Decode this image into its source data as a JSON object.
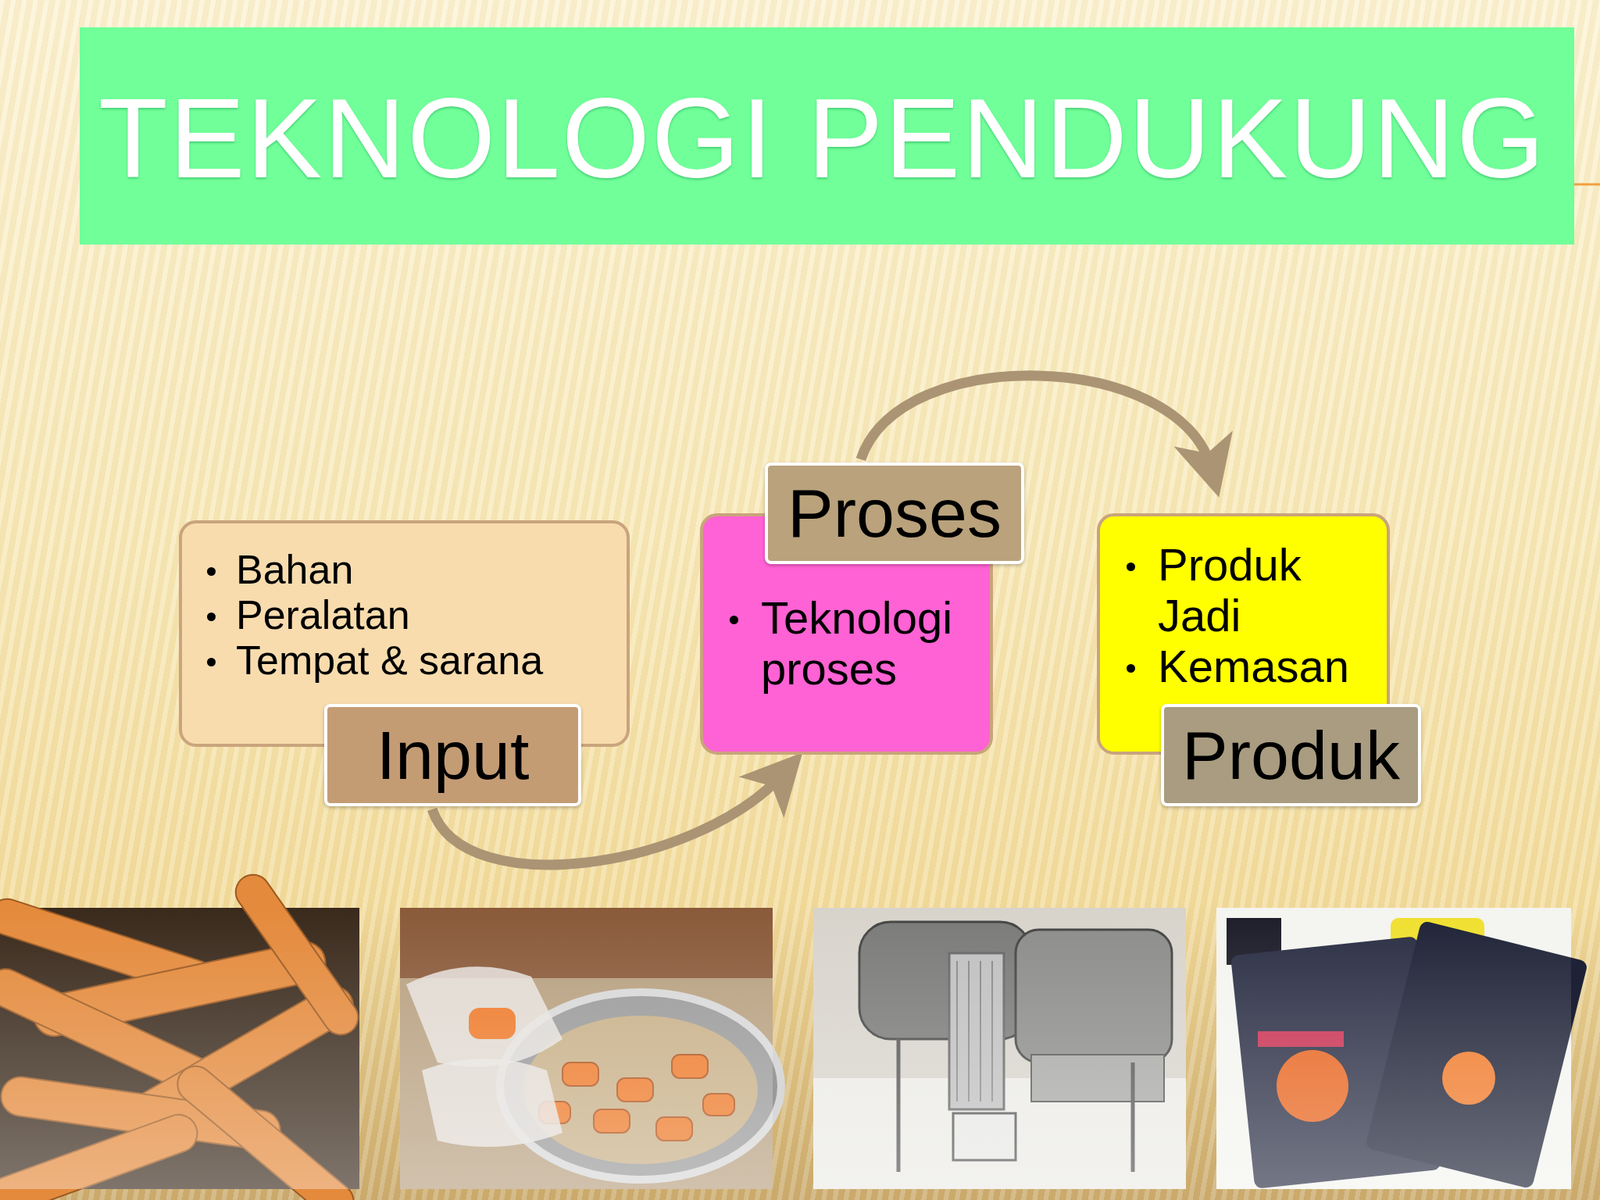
{
  "diagram": {
    "title": "TEKNOLOGI PENDUKUNG",
    "nodes": [
      {
        "text": [
          "Input",
          "Bahan",
          "Peralatan",
          "Tempat & sarana"
        ]
      },
      {
        "text": [
          "Proses",
          "Teknologi proses"
        ]
      },
      {
        "text": [
          "Produk",
          "Produk Jadi",
          "Kemasan"
        ]
      }
    ],
    "edges": [
      {
        "from": 0,
        "to": 1,
        "arrow": "to"
      },
      {
        "from": 1,
        "to": 2,
        "arrow": "to"
      }
    ]
  }
}
